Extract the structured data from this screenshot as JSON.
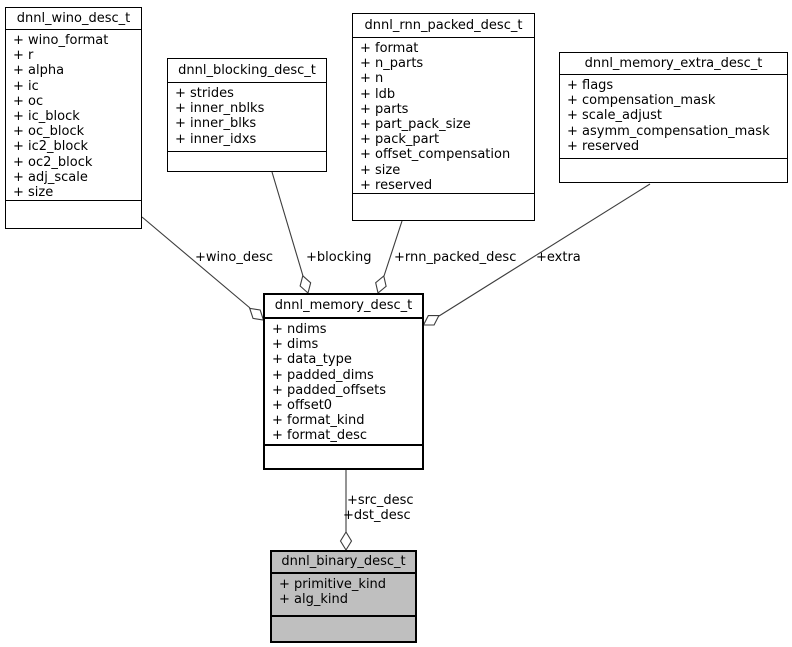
{
  "diagram": {
    "colors": {
      "background": "#ffffff",
      "box_border": "#000000",
      "highlight_fill": "#bfbfbf",
      "edge_line": "#3c3c3c",
      "label_text": "#000000"
    },
    "classes": {
      "wino": {
        "title": "dnnl_wino_desc_t",
        "fields": [
          "+ wino_format",
          "+ r",
          "+ alpha",
          "+ ic",
          "+ oc",
          "+ ic_block",
          "+ oc_block",
          "+ ic2_block",
          "+ oc2_block",
          "+ adj_scale",
          "+ size"
        ]
      },
      "blocking": {
        "title": "dnnl_blocking_desc_t",
        "fields": [
          "+ strides",
          "+ inner_nblks",
          "+ inner_blks",
          "+ inner_idxs"
        ]
      },
      "rnn_packed": {
        "title": "dnnl_rnn_packed_desc_t",
        "fields": [
          "+ format",
          "+ n_parts",
          "+ n",
          "+ ldb",
          "+ parts",
          "+ part_pack_size",
          "+ pack_part",
          "+ offset_compensation",
          "+ size",
          "+ reserved"
        ]
      },
      "memory_extra": {
        "title": "dnnl_memory_extra_desc_t",
        "fields": [
          "+ flags",
          "+ compensation_mask",
          "+ scale_adjust",
          "+ asymm_compensation_mask",
          "+ reserved"
        ]
      },
      "memory": {
        "title": "dnnl_memory_desc_t",
        "fields": [
          "+ ndims",
          "+ dims",
          "+ data_type",
          "+ padded_dims",
          "+ padded_offsets",
          "+ offset0",
          "+ format_kind",
          "+ format_desc"
        ]
      },
      "binary": {
        "title": "dnnl_binary_desc_t",
        "fields": [
          "+ primitive_kind",
          "+ alg_kind"
        ]
      }
    },
    "edges": {
      "wino": {
        "label": "+wino_desc"
      },
      "blocking": {
        "label": "+blocking"
      },
      "rnn_packed": {
        "label": "+rnn_packed_desc"
      },
      "extra": {
        "label": "+extra"
      },
      "src": {
        "label": "+src_desc"
      },
      "dst": {
        "label": "+dst_desc"
      }
    }
  }
}
